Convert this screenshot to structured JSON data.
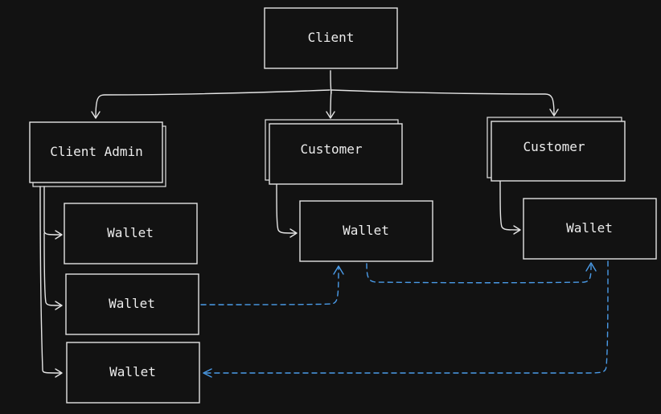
{
  "colors": {
    "background": "#121212",
    "stroke": "#e4e4e4",
    "text": "#ececec",
    "link": "#4a9be8"
  },
  "nodes": {
    "client": {
      "label": "Client"
    },
    "client_admin": {
      "label": "Client Admin"
    },
    "customer_1": {
      "label": "Customer"
    },
    "customer_2": {
      "label": "Customer"
    },
    "wallet_admin_1": {
      "label": "Wallet"
    },
    "wallet_admin_2": {
      "label": "Wallet"
    },
    "wallet_admin_3": {
      "label": "Wallet"
    },
    "wallet_customer_1": {
      "label": "Wallet"
    },
    "wallet_customer_2": {
      "label": "Wallet"
    }
  },
  "edges": {
    "hierarchy": [
      {
        "from": "client",
        "to": "client_admin"
      },
      {
        "from": "client",
        "to": "customer_1"
      },
      {
        "from": "client",
        "to": "customer_2"
      },
      {
        "from": "client_admin",
        "to": "wallet_admin_1"
      },
      {
        "from": "client_admin",
        "to": "wallet_admin_2"
      },
      {
        "from": "client_admin",
        "to": "wallet_admin_3"
      },
      {
        "from": "customer_1",
        "to": "wallet_customer_1"
      },
      {
        "from": "customer_2",
        "to": "wallet_customer_2"
      }
    ],
    "links": [
      {
        "from": "wallet_admin_2",
        "to": "wallet_customer_1",
        "style": "dashed"
      },
      {
        "from": "wallet_customer_1",
        "to": "wallet_customer_2",
        "style": "dashed"
      },
      {
        "from": "wallet_customer_2",
        "to": "wallet_admin_3",
        "style": "dashed"
      }
    ]
  }
}
